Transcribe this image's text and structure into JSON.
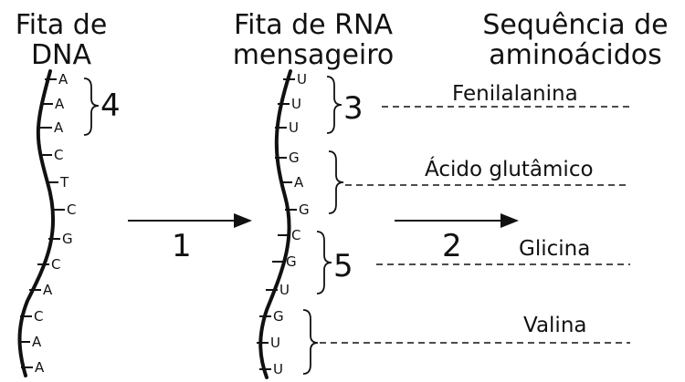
{
  "headers": {
    "dna": [
      "Fita de",
      "DNA"
    ],
    "rna": [
      "Fita de RNA",
      "mensageiro"
    ],
    "amino": [
      "Sequência de",
      "aminoácidos"
    ]
  },
  "dna_bases": [
    "A",
    "A",
    "A",
    "C",
    "T",
    "C",
    "G",
    "C",
    "A",
    "C",
    "A",
    "A"
  ],
  "rna_bases": [
    "U",
    "U",
    "U",
    "G",
    "A",
    "G",
    "C",
    "G",
    "U",
    "G",
    "U",
    "U"
  ],
  "amino_acids": [
    "Fenilalanina",
    "Ácido glutâmico",
    "Glicina",
    "Valina"
  ],
  "labels": {
    "step1": "1",
    "step2": "2",
    "dna_codon": "4",
    "rna_codon_1": "3",
    "rna_codon_3": "5"
  }
}
